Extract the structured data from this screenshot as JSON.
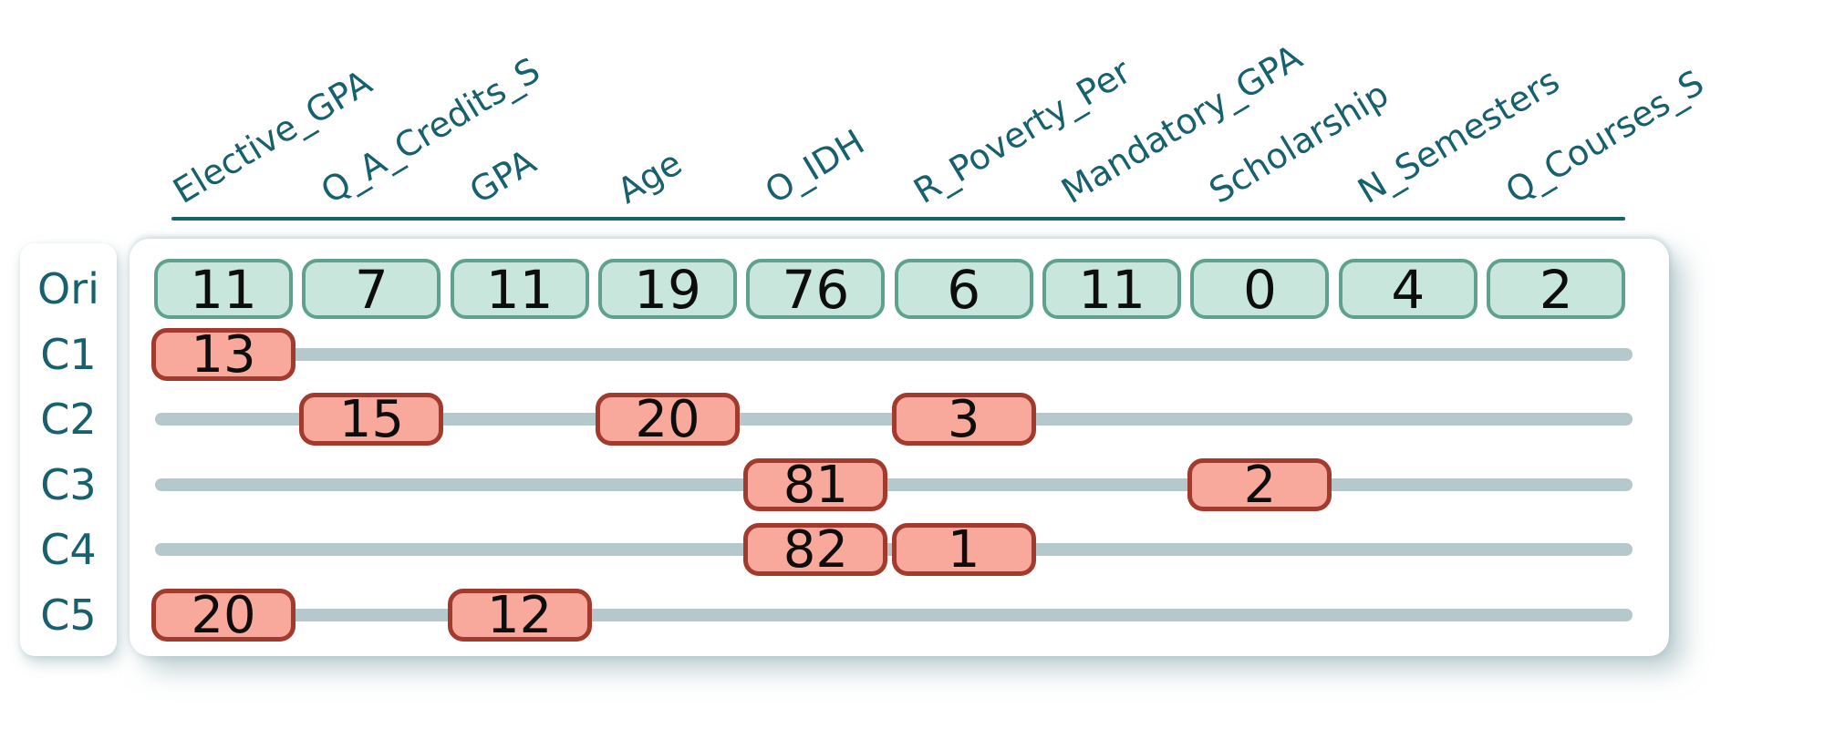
{
  "chart_data": {
    "type": "table",
    "title": "",
    "description": "Original instance (Ori) feature values vs counterfactual rows C1-C5 showing only changed feature values",
    "columns": [
      "Elective_GPA",
      "Q_A_Credits_S",
      "GPA",
      "Age",
      "O_IDH",
      "R_Poverty_Per",
      "Mandatory_GPA",
      "Scholarship",
      "N_Semesters",
      "Q_Courses_S"
    ],
    "rows": [
      {
        "label": "Ori",
        "role": "original",
        "values": [
          11,
          7,
          11,
          19,
          76,
          6,
          11,
          0,
          4,
          2
        ]
      },
      {
        "label": "C1",
        "role": "counterfactual",
        "changes": {
          "Elective_GPA": 13
        }
      },
      {
        "label": "C2",
        "role": "counterfactual",
        "changes": {
          "Q_A_Credits_S": 15,
          "Age": 20,
          "R_Poverty_Per": 3
        }
      },
      {
        "label": "C3",
        "role": "counterfactual",
        "changes": {
          "O_IDH": 81,
          "Scholarship": 2
        }
      },
      {
        "label": "C4",
        "role": "counterfactual",
        "changes": {
          "O_IDH": 82,
          "R_Poverty_Per": 1
        }
      },
      {
        "label": "C5",
        "role": "counterfactual",
        "changes": {
          "Elective_GPA": 20,
          "GPA": 12
        }
      }
    ],
    "legend_position": "none",
    "grid": false,
    "colors": {
      "header_text": "#17606e",
      "row_label_text": "#17606e",
      "axis_line": "#17606e",
      "original_fill": "#c8e6db",
      "original_border": "#5fa18e",
      "counterfactual_fill": "#f9a89c",
      "counterfactual_border": "#a23a2e",
      "track": "#b5c8cb",
      "value_text": "#0d0d0d",
      "card_background": "#ffffff"
    }
  }
}
